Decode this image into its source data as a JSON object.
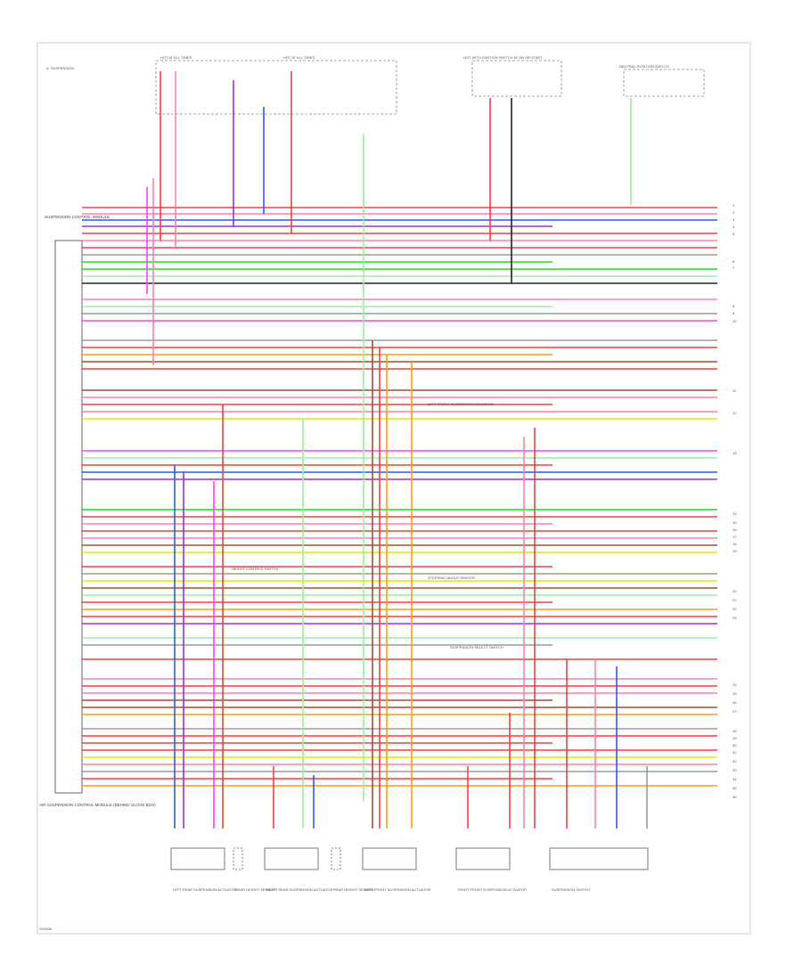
{
  "header": {
    "system_label": "A. SUSPENSION"
  },
  "fuse_labels": {
    "left": "HOT AT ALL TIMES",
    "middle": "HOT AT ALL TIMES",
    "right": "HOT WITH IGNITION SWITCH IN ON OR START",
    "far_right": "NEUTRAL POSITION SWITCH"
  },
  "module": {
    "label_top": "SUSPENSION CONTROL MODULE",
    "label_bottom": "AIR SUSPENSION CONTROL MODULE (BEHIND GLOVE BOX)"
  },
  "notes": {
    "relay_note": "LEFT FRONT SUSPENSION SOLENOID",
    "sensor_note": "STEERING ANGLE SENSOR",
    "height_note": "HEIGHT CONTROL SWITCH",
    "sw_note": "SUSPENSION SELECT SWITCH"
  },
  "components": [
    {
      "id": "lr",
      "label": "LEFT REAR SUSPENSION ACTUATOR"
    },
    {
      "id": "lr-sensor",
      "label": "REAR HEIGHT SENSOR"
    },
    {
      "id": "rr",
      "label": "RIGHT REAR SUSPENSION ACTUATOR"
    },
    {
      "id": "rr-sensor",
      "label": "REAR HEIGHT SENSOR"
    },
    {
      "id": "lf",
      "label": "LEFT FRONT SUSPENSION ACTUATOR"
    },
    {
      "id": "rf",
      "label": "RIGHT FRONT SUSPENSION ACTUATOR"
    },
    {
      "id": "sw",
      "label": "SUSPENSION SWITCH"
    }
  ],
  "right_labels": [
    "1",
    "2",
    "3",
    "4",
    "5",
    "6",
    "7",
    "8",
    "9",
    "10",
    "11",
    "12",
    "13",
    "14",
    "15",
    "16",
    "17",
    "18",
    "19",
    "20",
    "21",
    "22",
    "23",
    "24",
    "25",
    "26",
    "27",
    "28",
    "29",
    "30",
    "31",
    "32",
    "33",
    "34",
    "35",
    "36"
  ],
  "figure_code": "G00008",
  "colors": {
    "red": "#ff3b3b",
    "pink": "#ff7fa8",
    "blue": "#2f55ff",
    "purple": "#9b30d9",
    "green": "#18e018",
    "light_green": "#9bf09b",
    "orange": "#ff9a1a",
    "yellow": "#e8e800",
    "gray": "#9a9a9a",
    "brown": "#a0522d",
    "dark_red": "#c81e1e",
    "magenta": "#ff40ff",
    "cyan": "#40c0ff",
    "black": "#222222"
  }
}
